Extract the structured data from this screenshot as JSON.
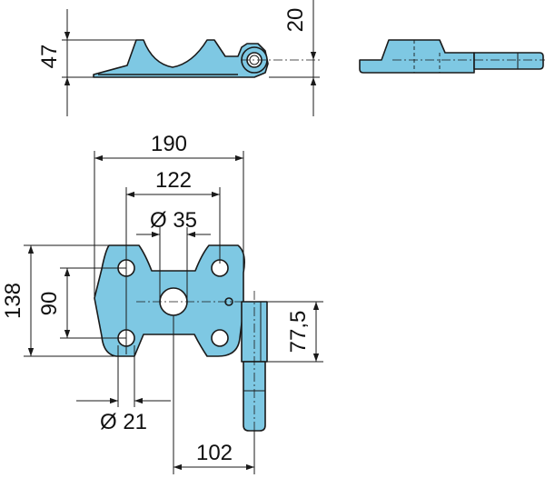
{
  "dimensions": {
    "side_height": "47",
    "pivot_height": "20",
    "overall_width": "190",
    "hole_spacing_x": "122",
    "center_bore": "Ø 35",
    "overall_height": "138",
    "hole_spacing_y": "90",
    "pin_offset": "77,5",
    "hole_diameter": "Ø 21",
    "pin_distance": "102"
  },
  "colors": {
    "part_fill": "#7ec8e3",
    "line": "#1a1a1a"
  }
}
